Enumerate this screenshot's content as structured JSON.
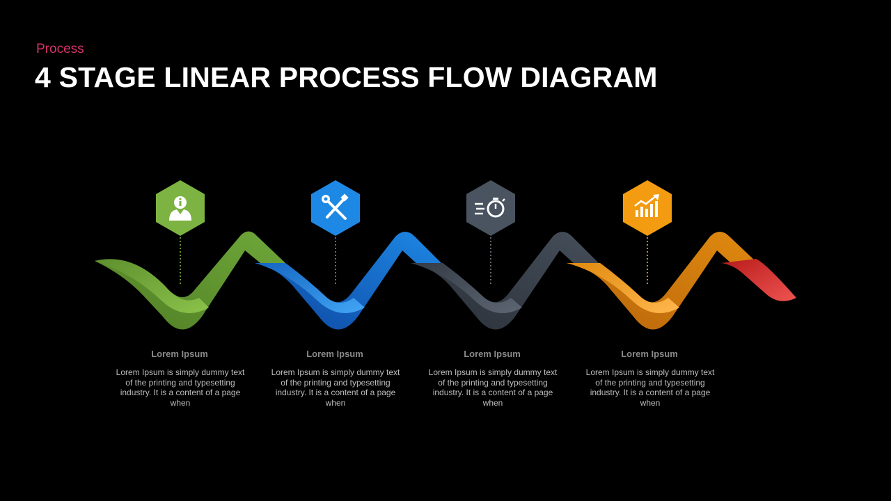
{
  "header": {
    "eyebrow": "Process",
    "title": "4 STAGE LINEAR PROCESS FLOW DIAGRAM"
  },
  "stages": [
    {
      "title": "Lorem Ipsum",
      "text": "Lorem Ipsum is simply dummy text  of the printing and typesetting industry. It is a content of a page when",
      "icon": "info-person-icon",
      "color": "#7cb342"
    },
    {
      "title": "Lorem Ipsum",
      "text": "Lorem Ipsum is simply dummy text  of the printing and typesetting industry. It is a content of a page when",
      "icon": "tools-icon",
      "color": "#1e88e5"
    },
    {
      "title": "Lorem Ipsum",
      "text": "Lorem Ipsum is simply dummy text  of the printing and typesetting industry. It is a content of a page when",
      "icon": "stopwatch-icon",
      "color": "#4a5360"
    },
    {
      "title": "Lorem Ipsum",
      "text": "Lorem Ipsum is simply dummy text  of the printing and typesetting industry. It is a content of a page when",
      "icon": "growth-chart-icon",
      "color": "#f39c12"
    }
  ],
  "accent_end_color": "#e53935"
}
